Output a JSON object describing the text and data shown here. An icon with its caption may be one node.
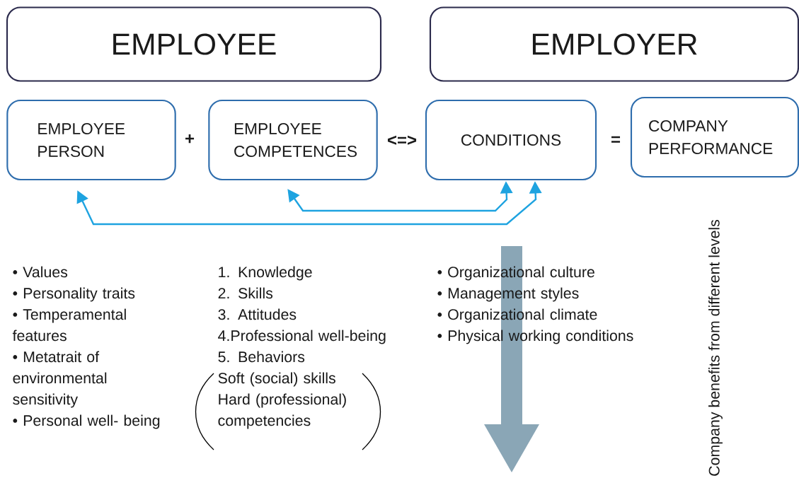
{
  "diagram": {
    "nodes": [
      {
        "text": [
          "EMPLOYEE"
        ]
      },
      {
        "text": [
          "EMPLOYER"
        ]
      },
      {
        "text": [
          "EMPLOYEE PERSON"
        ]
      },
      {
        "text": [
          "EMPLOYEE COMPETENCES"
        ]
      },
      {
        "text": [
          "CONDITIONS"
        ]
      },
      {
        "text": [
          "COMPANY PERFORMANCE"
        ]
      }
    ],
    "edges": [
      {
        "from": 4,
        "to": 3,
        "arrow": "both"
      },
      {
        "from": 4,
        "to": 2,
        "arrow": "both"
      }
    ],
    "labels": [
      "+",
      "<=>",
      "=",
      "• Values",
      "• Personality traits",
      "• Temperamental features",
      "• Metatrait of environmental sensitivity",
      "• Personal well- being",
      "1. Knowledge",
      "2. Skills",
      "3. Attitudes",
      "4.Professional well-being",
      "5. Behaviors",
      "Soft (social) skills",
      "Hard (professional) competencies",
      "• Organizational culture",
      "• Management styles",
      "• Organizational climate",
      "• Physical working conditions",
      "Company benefits from different levels"
    ]
  }
}
